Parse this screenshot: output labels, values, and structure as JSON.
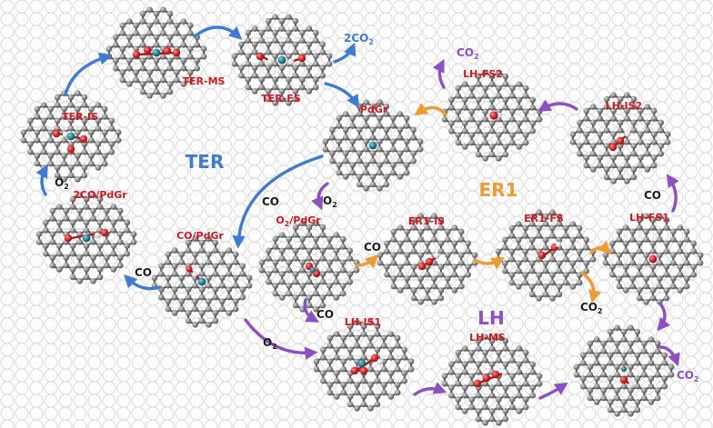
{
  "colors": {
    "ter": "#3d7bd6",
    "er1": "#f29a2e",
    "lh": "#8e4fc6",
    "state_label": "#d9151b",
    "molecule_label": "#1d1d1d",
    "carbon": "#8a8a8a",
    "oxygen": "#d61f1f",
    "palladium": "#1f7f93",
    "background_lattice": "#dcdcdc"
  },
  "cycles": {
    "ter": "TER",
    "er1": "ER1",
    "lh": "LH"
  },
  "states": {
    "ter_ms": "TER-MS",
    "ter_fs": "TER-FS",
    "ter_is": "TER-IS",
    "pdgr": "PdGr",
    "co_2_pdgr": "2CO/PdGr",
    "co_pdgr": "CO/PdGr",
    "o2_pdgr_prefix": "O",
    "o2_pdgr_sub": "2",
    "o2_pdgr_suffix": "/PdGr",
    "lh_fs2": "LH-FS2",
    "lh_is2": "LH-IS2",
    "lh_fs1": "LH-FS1",
    "er1_is": "ER1-IS",
    "er1_fs": "ER1-FS",
    "lh_is1": "LH-IS1",
    "lh_ms": "LH-MS"
  },
  "molecules": {
    "two_co2_main": "2CO",
    "two_co2_sub": "2",
    "o2_left_main": "O",
    "o2_left_sub": "2",
    "co_left": "CO",
    "co_mid": "CO",
    "o2_mid_main": "O",
    "o2_mid_sub": "2",
    "co_er1": "CO",
    "co2_er1_main": "CO",
    "co2_er1_sub": "2",
    "co2_top_main": "CO",
    "co2_top_sub": "2",
    "co_right": "CO",
    "co_lh": "CO",
    "o2_lh_main": "O",
    "o2_lh_sub": "2",
    "co2_br_main": "CO",
    "co2_br_sub": "2"
  }
}
